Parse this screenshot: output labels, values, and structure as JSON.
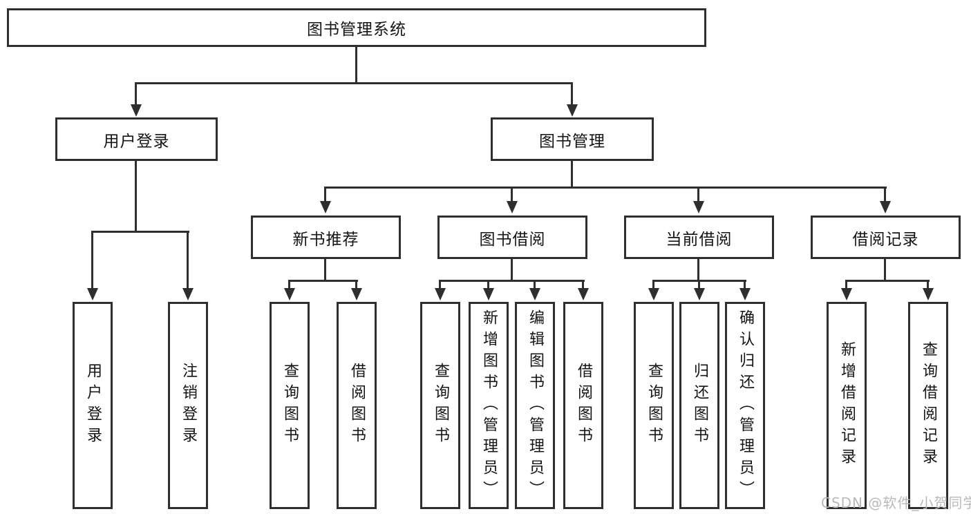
{
  "tree": {
    "root": {
      "label": "图书管理系统"
    },
    "branches": [
      {
        "label": "用户登录",
        "children": [
          {
            "label": "用户登录"
          },
          {
            "label": "注销登录"
          }
        ]
      },
      {
        "label": "图书管理",
        "children": [
          {
            "label": "新书推荐",
            "children": [
              {
                "label": "查询图书"
              },
              {
                "label": "借阅图书"
              }
            ]
          },
          {
            "label": "图书借阅",
            "children": [
              {
                "label": "查询图书"
              },
              {
                "label": "新增图书（管理员）"
              },
              {
                "label": "编辑图书（管理员）"
              },
              {
                "label": "借阅图书"
              }
            ]
          },
          {
            "label": "当前借阅",
            "children": [
              {
                "label": "查询图书"
              },
              {
                "label": "归还图书"
              },
              {
                "label": "确认归还（管理员）"
              }
            ]
          },
          {
            "label": "借阅记录",
            "children": [
              {
                "label": "新增借阅记录"
              },
              {
                "label": "查询借阅记录"
              }
            ]
          }
        ]
      }
    ]
  },
  "watermark": {
    "text": "CSDN @软件_小贺同学"
  },
  "colors": {
    "line": "#2e2e2e",
    "text": "#141414",
    "watermark": "#b9b9b9",
    "background": "#ffffff"
  }
}
